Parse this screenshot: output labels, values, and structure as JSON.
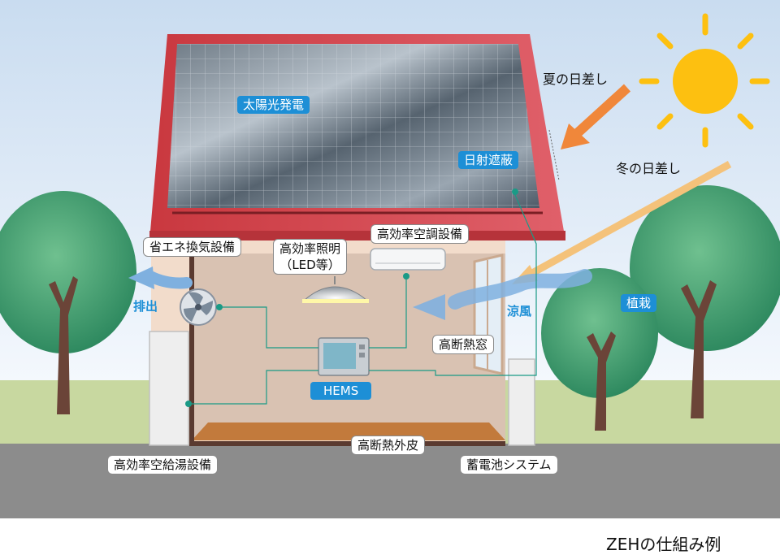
{
  "labels": {
    "solar": "太陽光発電",
    "shading": "日射遮蔽",
    "summer_sun": "夏の日差し",
    "winter_sun": "冬の日差し",
    "ventilation": "省エネ換気設備",
    "lighting_line1": "高効率照明",
    "lighting_line2": "（LED等）",
    "aircon": "高効率空調設備",
    "exhaust": "排出",
    "window": "高断熱窓",
    "cool_breeze": "涼風",
    "planting": "植栽",
    "hems": "HEMS",
    "water_heater": "高効率空給湯設備",
    "envelope": "高断熱外皮",
    "battery": "蓄電池システム"
  },
  "caption": "ZEHの仕組み例",
  "colors": {
    "sky_top": "#c9dcf0",
    "roof": "#d2444a",
    "solar_panel": "#5f6e7c",
    "wall": "#f2dccb",
    "interior": "#d9c2b2",
    "floor": "#c27a3c",
    "ground": "#8c8c8c",
    "grass": "#c8d8a0",
    "tree": "#3a9a6e",
    "trunk": "#6b4438",
    "sun": "#fdc010",
    "summer_arrow": "#f0873a",
    "winter_arrow": "#f4c27a",
    "breeze": "#7fb0df",
    "connector": "#1a9a86",
    "label_blue": "#1d8fd6"
  }
}
